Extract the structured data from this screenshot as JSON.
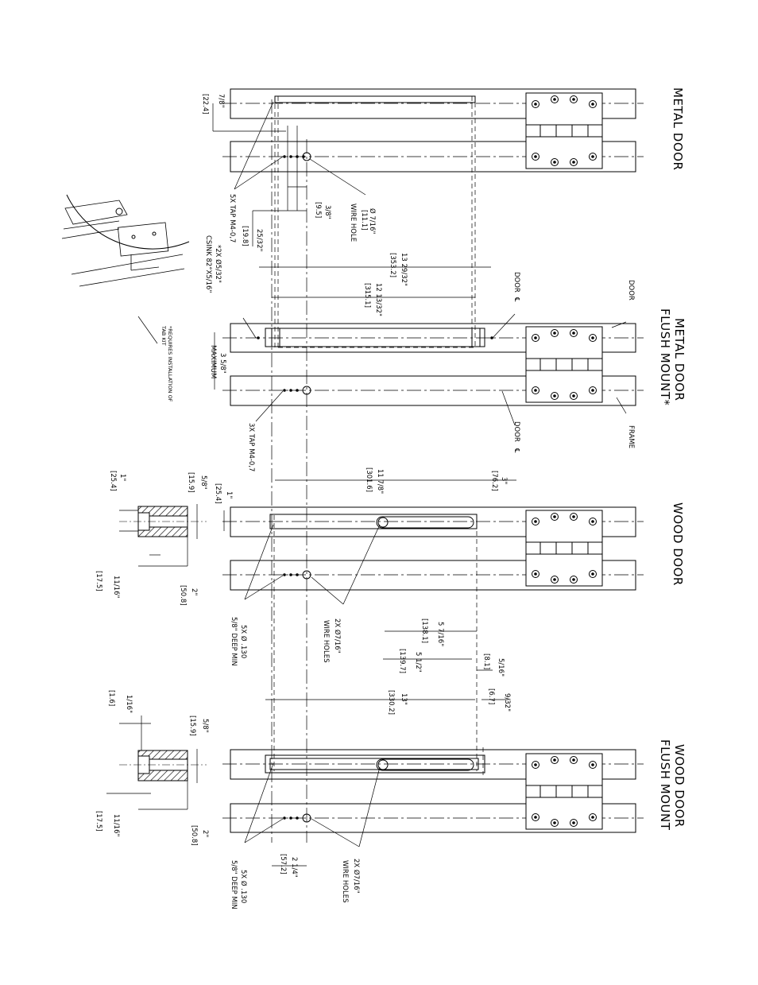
{
  "views": {
    "metal_door": "METAL DOOR",
    "metal_flush": [
      "METAL DOOR",
      "FLUSH MOUNT*"
    ],
    "wood_door": "WOOD DOOR",
    "wood_flush": [
      "WOOD DOOR",
      "FLUSH MOUNT"
    ]
  },
  "labels": {
    "door": "DOOR",
    "frame": "FRAME",
    "door_cl_1": "DOOR",
    "door_cl_2": "DOOR",
    "cl_symbol": "℄",
    "tab_note": [
      "*REQUIRES INSTALLATION OF",
      "TAB KIT"
    ]
  },
  "callouts": {
    "tap5x": "5X TAP M4-0,7",
    "wire_hole": [
      "Ø 7/16\"",
      "[11.1]",
      "WIRE HOLE"
    ],
    "csink": [
      "*2X  Ø5/32\"",
      "CSINK 82°X5/16\""
    ],
    "tap3x": "3X TAP M4-0,7",
    "wood_wire": [
      "2X  Ø7/16\"",
      "WIRE HOLES"
    ],
    "wood_drill": [
      "5X  Ø .130",
      "5/8\" DEEP MIN"
    ],
    "wood_wire_b": [
      "2X  Ø7/16\"",
      "WIRE HOLES"
    ],
    "wood_drill_b": [
      "5X  Ø .130",
      "5/8\" DEEP MIN"
    ]
  },
  "dims": {
    "d1": [
      "7/8\"",
      "[22.4]"
    ],
    "d2": [
      "3/8\"",
      "[9.5]"
    ],
    "d3": [
      "25/32\"",
      "[19.8]"
    ],
    "d4": [
      "13 29/32\"",
      "[353.2]"
    ],
    "d5": [
      "12 13/32\"",
      "[315.1]"
    ],
    "d6": [
      "3 5/8\"",
      "MAXIMUM"
    ],
    "d7": [
      "11 7/8\"",
      "[301.6]"
    ],
    "d8": [
      "3\"",
      "[76.2]"
    ],
    "d9": [
      "1\"",
      "[25.4]"
    ],
    "d10": [
      "5/8\"",
      "[15.9]"
    ],
    "d11": [
      "1\"",
      "[25.4]"
    ],
    "d12": [
      "11/16\"",
      "[17.5]"
    ],
    "d13": [
      "2\"",
      "[50.8]"
    ],
    "d14": [
      "5 7/16\"",
      "[138.1]"
    ],
    "d15": [
      "5 1/2\"",
      "[139.7]"
    ],
    "d16": [
      "5/16\"",
      "[8.1]"
    ],
    "d17": [
      "9/32\"",
      "[6.7]"
    ],
    "d18": [
      "13\"",
      "[330.2]"
    ],
    "d19": [
      "1/16\"",
      "[1.6]"
    ],
    "d20": [
      "5/8\"",
      "[15.9]"
    ],
    "d21": [
      "11/16\"",
      "[17.5]"
    ],
    "d22": [
      "2\"",
      "[50.8]"
    ],
    "d23": [
      "2 1/4\"",
      "[57.2]"
    ]
  }
}
